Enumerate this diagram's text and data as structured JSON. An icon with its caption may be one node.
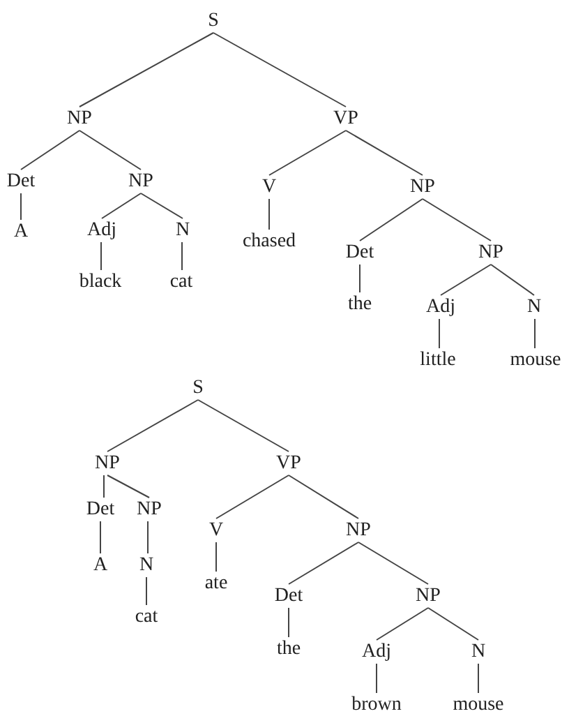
{
  "diagram": {
    "nodes": [
      {
        "text": [
          "S"
        ]
      },
      {
        "text": [
          "NP"
        ]
      },
      {
        "text": [
          "Det"
        ]
      },
      {
        "text": [
          "A"
        ]
      },
      {
        "text": [
          "NP"
        ]
      },
      {
        "text": [
          "Adj"
        ]
      },
      {
        "text": [
          "black"
        ]
      },
      {
        "text": [
          "N"
        ]
      },
      {
        "text": [
          "cat"
        ]
      },
      {
        "text": [
          "VP"
        ]
      },
      {
        "text": [
          "V"
        ]
      },
      {
        "text": [
          "chased"
        ]
      },
      {
        "text": [
          "NP"
        ]
      },
      {
        "text": [
          "Det"
        ]
      },
      {
        "text": [
          "the"
        ]
      },
      {
        "text": [
          "NP"
        ]
      },
      {
        "text": [
          "Adj"
        ]
      },
      {
        "text": [
          "little"
        ]
      },
      {
        "text": [
          "N"
        ]
      },
      {
        "text": [
          "mouse"
        ]
      },
      {
        "text": [
          "S"
        ]
      },
      {
        "text": [
          "NP"
        ]
      },
      {
        "text": [
          "Det"
        ]
      },
      {
        "text": [
          "A"
        ]
      },
      {
        "text": [
          "NP"
        ]
      },
      {
        "text": [
          "N"
        ]
      },
      {
        "text": [
          "cat"
        ]
      },
      {
        "text": [
          "VP"
        ]
      },
      {
        "text": [
          "V"
        ]
      },
      {
        "text": [
          "ate"
        ]
      },
      {
        "text": [
          "NP"
        ]
      },
      {
        "text": [
          "Det"
        ]
      },
      {
        "text": [
          "the"
        ]
      },
      {
        "text": [
          "NP"
        ]
      },
      {
        "text": [
          "Adj"
        ]
      },
      {
        "text": [
          "brown"
        ]
      },
      {
        "text": [
          "N"
        ]
      },
      {
        "text": [
          "mouse"
        ]
      }
    ],
    "edges": [
      {
        "from": 0,
        "to": 1,
        "arrow": "none"
      },
      {
        "from": 1,
        "to": 2,
        "arrow": "none"
      },
      {
        "from": 2,
        "to": 3,
        "arrow": "none"
      },
      {
        "from": 1,
        "to": 4,
        "arrow": "none"
      },
      {
        "from": 4,
        "to": 5,
        "arrow": "none"
      },
      {
        "from": 5,
        "to": 6,
        "arrow": "none"
      },
      {
        "from": 4,
        "to": 7,
        "arrow": "none"
      },
      {
        "from": 7,
        "to": 8,
        "arrow": "none"
      },
      {
        "from": 0,
        "to": 9,
        "arrow": "none"
      },
      {
        "from": 9,
        "to": 10,
        "arrow": "none"
      },
      {
        "from": 10,
        "to": 11,
        "arrow": "none"
      },
      {
        "from": 9,
        "to": 12,
        "arrow": "none"
      },
      {
        "from": 12,
        "to": 13,
        "arrow": "none"
      },
      {
        "from": 13,
        "to": 14,
        "arrow": "none"
      },
      {
        "from": 12,
        "to": 15,
        "arrow": "none"
      },
      {
        "from": 15,
        "to": 16,
        "arrow": "none"
      },
      {
        "from": 16,
        "to": 17,
        "arrow": "none"
      },
      {
        "from": 15,
        "to": 18,
        "arrow": "none"
      },
      {
        "from": 18,
        "to": 19,
        "arrow": "none"
      },
      {
        "from": 20,
        "to": 21,
        "arrow": "none"
      },
      {
        "from": 21,
        "to": 22,
        "arrow": "none"
      },
      {
        "from": 22,
        "to": 23,
        "arrow": "none"
      },
      {
        "from": 21,
        "to": 24,
        "arrow": "none"
      },
      {
        "from": 24,
        "to": 25,
        "arrow": "none"
      },
      {
        "from": 25,
        "to": 26,
        "arrow": "none"
      },
      {
        "from": 20,
        "to": 27,
        "arrow": "none"
      },
      {
        "from": 27,
        "to": 28,
        "arrow": "none"
      },
      {
        "from": 28,
        "to": 29,
        "arrow": "none"
      },
      {
        "from": 27,
        "to": 30,
        "arrow": "none"
      },
      {
        "from": 30,
        "to": 31,
        "arrow": "none"
      },
      {
        "from": 31,
        "to": 32,
        "arrow": "none"
      },
      {
        "from": 30,
        "to": 33,
        "arrow": "none"
      },
      {
        "from": 33,
        "to": 34,
        "arrow": "none"
      },
      {
        "from": 34,
        "to": 35,
        "arrow": "none"
      },
      {
        "from": 33,
        "to": 36,
        "arrow": "none"
      },
      {
        "from": 36,
        "to": 37,
        "arrow": "none"
      }
    ]
  }
}
